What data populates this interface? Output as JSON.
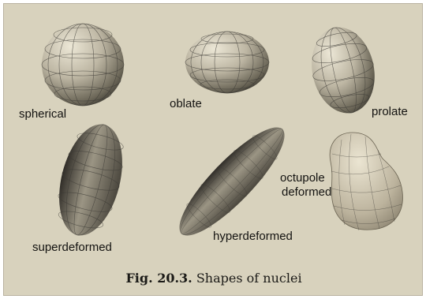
{
  "figure": {
    "labels": {
      "spherical": "spherical",
      "oblate": "oblate",
      "prolate": "prolate",
      "superdeformed": "superdeformed",
      "hyperdeformed": "hyperdeformed",
      "octupole_line1": "octupole",
      "octupole_line2": "deformed"
    },
    "caption": {
      "number": "Fig. 20.3.",
      "text": " Shapes of nuclei"
    }
  },
  "colors": {
    "page": "#d8d2bd",
    "shape_light": "#e9e4d3",
    "shape_mid": "#a59f8e",
    "shape_dark": "#2a2824",
    "grid_line": "#3b3934"
  }
}
